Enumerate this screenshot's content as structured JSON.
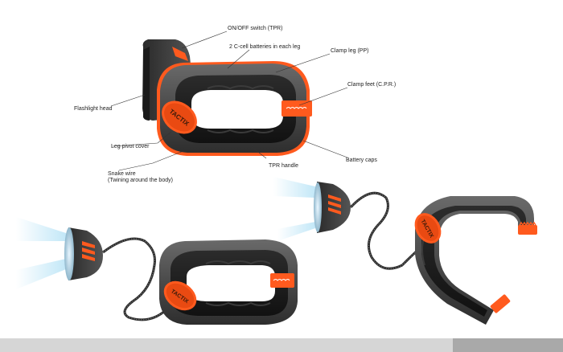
{
  "brand": "TACTIX",
  "colors": {
    "accent": "#ff5a1e",
    "body_dark": "#3a3a3a",
    "body_mid": "#5a5a5a",
    "grip_black": "#1b1b1b",
    "bar_light": "#d6d6d6",
    "bar_dark": "#a9a9a9"
  },
  "labels": {
    "switch": "ON/OFF switch (TPR)",
    "batteries": "2 C-cell batteries in each leg",
    "clamp_leg": "Clamp leg (PP)",
    "clamp_feet": "Clamp feet (C.P.R.)",
    "flashlight_head": "Flashlight head",
    "leg_pivot": "Leg pivot cover",
    "battery_caps": "Battery caps",
    "tpr_handle": "TPR handle",
    "snake_wire_1": "Snake wire",
    "snake_wire_2": "(Twining around the body)"
  }
}
